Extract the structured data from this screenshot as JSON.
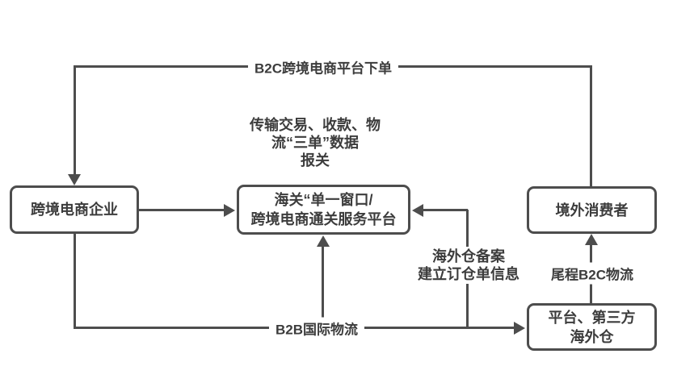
{
  "nodes": {
    "enterprise": {
      "label": "跨境电商企业"
    },
    "customs": {
      "line1": "海关“单一窗口/",
      "line2": "跨境电商通关服务平台"
    },
    "consumer": {
      "label": "境外消费者"
    },
    "overseas_warehouse": {
      "line1": "平台、第三方",
      "line2": "海外仓"
    }
  },
  "edge_labels": {
    "b2c_order": "B2C跨境电商平台下单",
    "three_orders_line1": "传输交易、收款、物",
    "three_orders_line2": "流“三单”数据",
    "three_orders_line3": "报关",
    "warehouse_filing_line1": "海外仓备案",
    "warehouse_filing_line2": "建立订仓单信息",
    "b2b_logistics": "B2B国际物流",
    "last_mile": "尾程B2C物流"
  },
  "colors": {
    "line": "#4d4d4d",
    "text": "#3c3c3c",
    "background": "#ffffff"
  }
}
